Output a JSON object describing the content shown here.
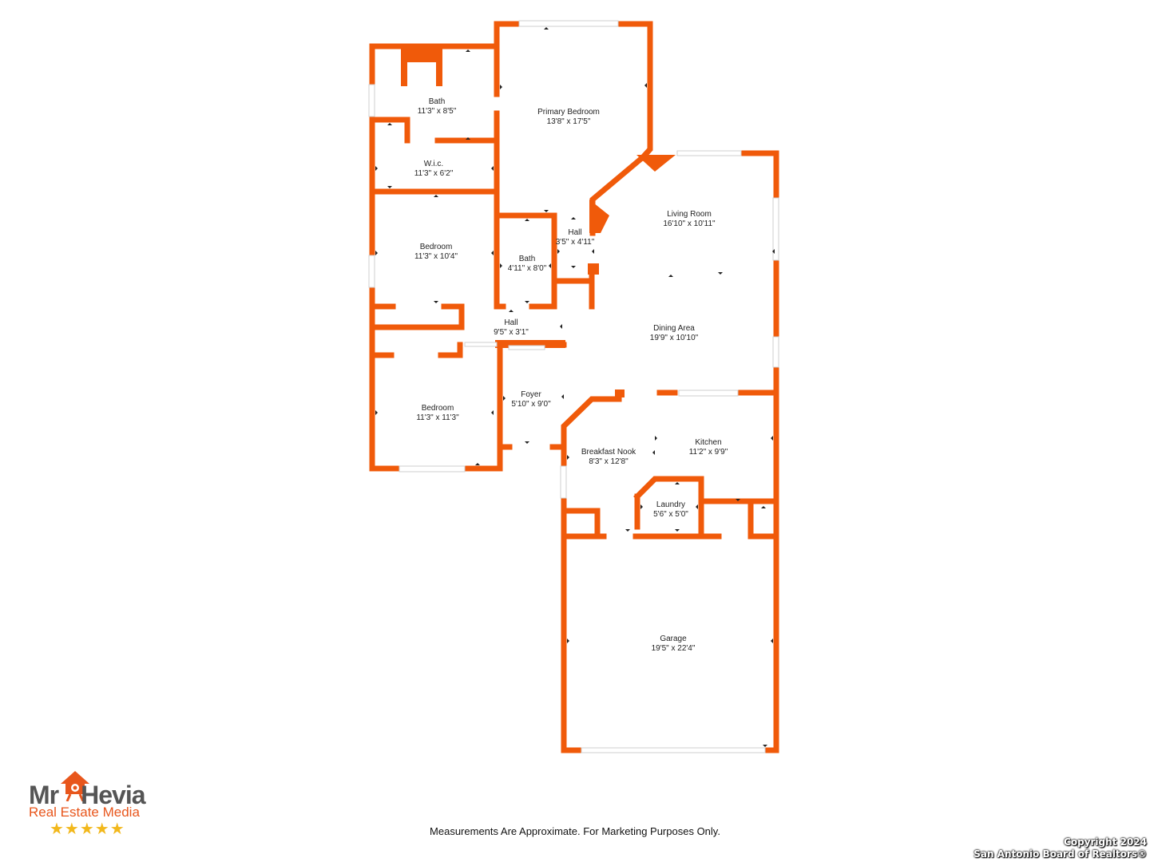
{
  "rooms": [
    {
      "id": "bath-master",
      "name": "Bath",
      "size": "11'3\" x 8'5\""
    },
    {
      "id": "primary-bedroom",
      "name": "Primary Bedroom",
      "size": "13'8\" x 17'5\""
    },
    {
      "id": "wic",
      "name": "W.i.c.",
      "size": "11'3\" x 6'2\""
    },
    {
      "id": "living-room",
      "name": "Living Room",
      "size": "16'10\" x 10'11\""
    },
    {
      "id": "hall-upper",
      "name": "Hall",
      "size": "3'5\" x 4'11\""
    },
    {
      "id": "bedroom-2",
      "name": "Bedroom",
      "size": "11'3\" x 10'4\""
    },
    {
      "id": "bath-2",
      "name": "Bath",
      "size": "4'11\" x 8'0\""
    },
    {
      "id": "hall-lower",
      "name": "Hall",
      "size": "9'5\" x 3'1\""
    },
    {
      "id": "dining-area",
      "name": "Dining Area",
      "size": "19'9\" x 10'10\""
    },
    {
      "id": "foyer",
      "name": "Foyer",
      "size": "5'10\" x 9'0\""
    },
    {
      "id": "bedroom-3",
      "name": "Bedroom",
      "size": "11'3\" x 11'3\""
    },
    {
      "id": "kitchen",
      "name": "Kitchen",
      "size": "11'2\" x 9'9\""
    },
    {
      "id": "breakfast-nook",
      "name": "Breakfast Nook",
      "size": "8'3\" x 12'8\""
    },
    {
      "id": "laundry",
      "name": "Laundry",
      "size": "5'6\" x 5'0\""
    },
    {
      "id": "garage",
      "name": "Garage",
      "size": "19'5\" x 22'4\""
    }
  ],
  "disclaimer": "Measurements Are Approximate. For Marketing Purposes Only.",
  "copyright": {
    "line1": "Copyright 2024",
    "line2": "San Antonio Board of Realtors®"
  },
  "logo": {
    "brand_mr": "Mr",
    "brand_name": "Hevia",
    "tagline": "Real Estate Media",
    "stars": "★★★★★"
  },
  "colors": {
    "wall": "#f05a0a",
    "brand_orange": "#e8561c",
    "star": "#f2b81c"
  }
}
